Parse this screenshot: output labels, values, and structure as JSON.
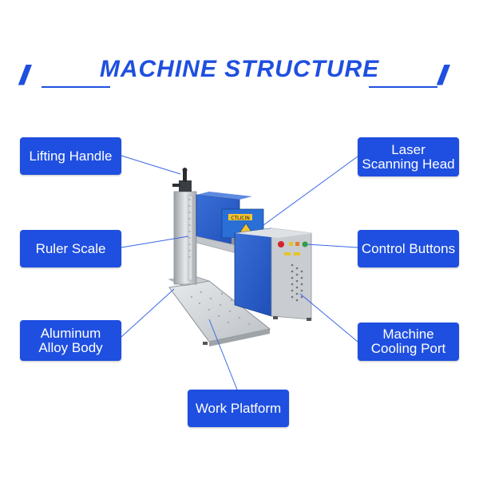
{
  "title": "MACHINE STRUCTURE",
  "colors": {
    "accent": "#1f4fe0",
    "title": "#1f4fe0",
    "line": "#3a68e6"
  },
  "labels": {
    "lifting_handle": "Lifting Handle",
    "ruler_scale": "Ruler Scale",
    "aluminum_alloy_body_1": "Aluminum",
    "aluminum_alloy_body_2": "Alloy Body",
    "work_platform": "Work Platform",
    "laser_scanning_head_1": "Laser",
    "laser_scanning_head_2": "Scanning Head",
    "control_buttons": "Control Buttons",
    "machine_cooling_port_1": "Machine",
    "machine_cooling_port_2": "Cooling Port"
  },
  "head_badge": "CTLICIN"
}
